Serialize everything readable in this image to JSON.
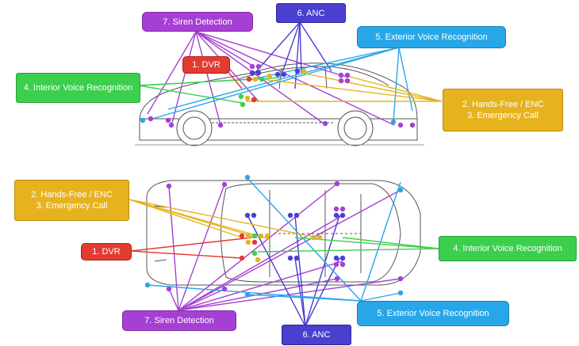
{
  "labels": {
    "siren_top": "7. Siren Detection",
    "anc_top": "6. ANC",
    "dvr_top": "1. DVR",
    "exterior_top": "5. Exterior Voice Recognition",
    "interior_top": "4. Interior Voice Recognition",
    "handsfree_top": [
      "2. Hands-Free / ENC",
      "3. Emergency Call"
    ],
    "handsfree_bottom": [
      "2. Hands-Free / ENC",
      "3. Emergency Call"
    ],
    "dvr_bottom": "1. DVR",
    "interior_bottom": "4. Interior Voice Recognition",
    "siren_bottom": "7. Siren Detection",
    "exterior_bottom": "5. Exterior Voice Recognition",
    "anc_bottom": "6. ANC"
  },
  "colors": {
    "dvr": "#e23b32",
    "handsfree": "#e6b31e",
    "interior": "#3ccf4e",
    "exterior": "#28a7e8",
    "anc": "#4b3fd0",
    "siren": "#a640d4",
    "car_line": "#555555"
  }
}
